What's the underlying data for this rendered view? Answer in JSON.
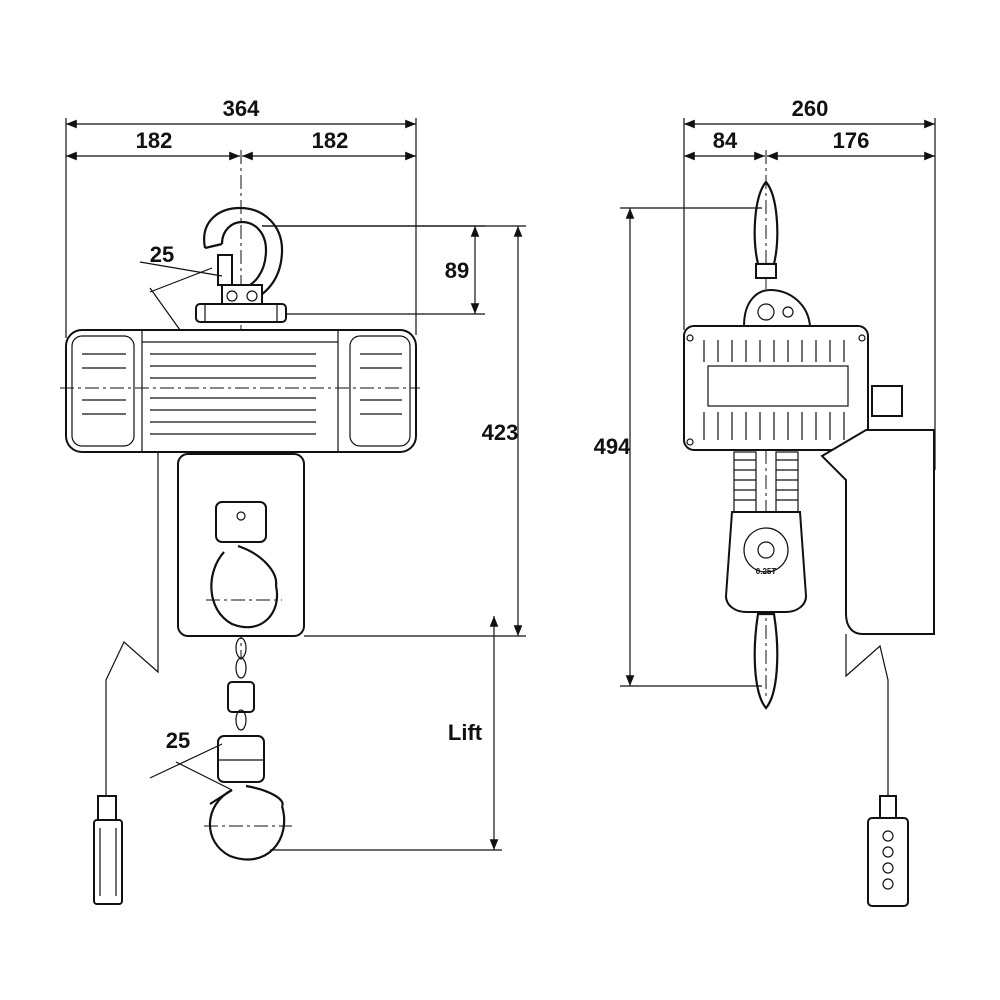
{
  "drawing": {
    "colors": {
      "line": "#111111",
      "background": "#ffffff"
    },
    "front_view": {
      "overall_width": "364",
      "half_left": "182",
      "half_right": "182",
      "hook_angle_top": "25",
      "hook_angle_bottom": "25",
      "top_hook_offset": "89",
      "body_height": "423",
      "lift_label": "Lift"
    },
    "side_view": {
      "overall_width": "260",
      "left_part": "84",
      "right_part": "176",
      "total_height": "494",
      "block_marking": "0.25T"
    }
  }
}
